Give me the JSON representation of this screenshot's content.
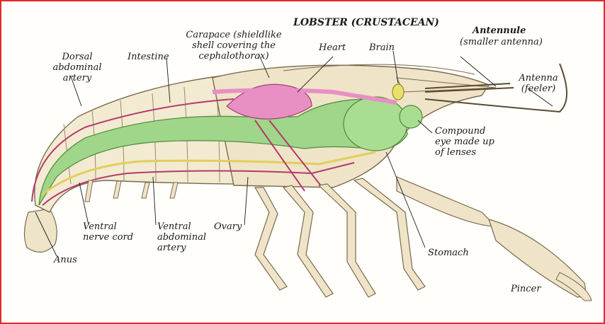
{
  "title": "LOBSTER (CRUSTACEAN)",
  "colors": {
    "border": "#e32a2a",
    "shell": "#efe4c8",
    "shell_stroke": "#7a6a4e",
    "digestive": "#9fd68a",
    "heart": "#e88fc4",
    "artery": "#b43a6a",
    "nerve": "#e0cf5a"
  },
  "labels": {
    "carapace": [
      "Carapace (shieldlike",
      "shell covering the",
      "cephalothorax)"
    ],
    "heart": "Heart",
    "brain": "Brain",
    "antennule": "Antennule",
    "antennule_note": "(smaller antenna)",
    "antenna": [
      "Antenna",
      "(feeler)"
    ],
    "dorsal_artery": [
      "Dorsal",
      "abdominal",
      "artery"
    ],
    "intestine": "Intestine",
    "compound_eye": [
      "Compound",
      "eye made up",
      "of lenses"
    ],
    "ventral_nerve": [
      "Ventral",
      "nerve cord"
    ],
    "ventral_artery": [
      "Ventral",
      "abdominal",
      "artery"
    ],
    "ovary": "Ovary",
    "stomach": "Stomach",
    "anus": "Anus",
    "pincer": "Pincer"
  }
}
